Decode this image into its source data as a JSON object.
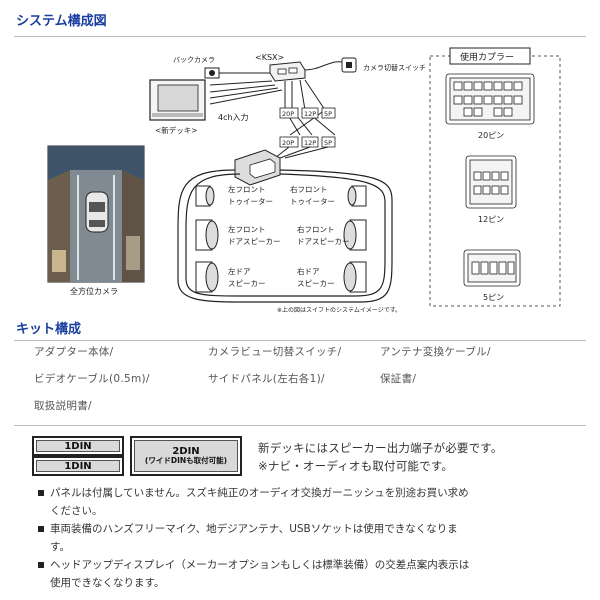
{
  "system_section": {
    "title": "システム構成図",
    "diagram": {
      "back_camera": "バックカメラ",
      "ksx": "<KSX>",
      "camera_switch": "カメラ切替スイッチ",
      "new_deck": "<新デッキ>",
      "input_4ch": "4ch入力",
      "connectors_top": [
        "20P",
        "12P",
        "5P"
      ],
      "connectors_bottom": [
        "20P",
        "12P",
        "5P"
      ],
      "left_front_tweeter": [
        "左フロント",
        "トゥイーター"
      ],
      "right_front_tweeter": [
        "右フロント",
        "トゥイーター"
      ],
      "left_front_door_speaker": [
        "左フロント",
        "ドアスピーカー"
      ],
      "right_front_door_speaker": [
        "右フロント",
        "ドアスピーカー"
      ],
      "left_door_speaker": [
        "左ドア",
        "スピーカー"
      ],
      "right_door_speaker": [
        "右ドア",
        "スピーカー"
      ],
      "all_around_camera": "全方位カメラ",
      "footnote": "※上の図はスイフトのシステムイメージです。",
      "coupler_title": "使用カプラー",
      "coupler_20": "20ピン",
      "coupler_12": "12ピン",
      "coupler_5": "5ピン"
    }
  },
  "kit_section": {
    "title": "キット構成",
    "items": [
      "アダプター本体/",
      "カメラビュー切替スイッチ/",
      "アンテナ変換ケーブル/",
      "ビデオケーブル(0.5m)/",
      "サイドパネル(左右各1)/",
      "保証書/",
      "取扱説明書/"
    ]
  },
  "din": {
    "din1_top": "1DIN",
    "din1_bottom": "1DIN",
    "din2_main": "2DIN",
    "din2_sub": "(ワイドDINも取付可能)"
  },
  "notes": {
    "line1": "新デッキにはスピーカー出力端子が必要です。",
    "line2": "※ナビ・オーディオも取付可能です。"
  },
  "bullets": [
    "パネルは付属していません。スズキ純正のオーディオ交換ガーニッシュを別途お買い求めください。",
    "車両装備のハンズフリーマイク、地デジアンテナ、USBソケットは使用できなくなります。",
    "ヘッドアップディスプレイ（メーカーオプションもしくは標準装備）の交差点案内表示は使用できなくなります。"
  ],
  "bullet_lines": [
    [
      "パネルは付属していません。スズキ純正のオーディオ交換ガーニッシュを別途お買い求め",
      "ください。"
    ],
    [
      "車両装備のハンズフリーマイク、地デジアンテナ、USBソケットは使用できなくなりま",
      "す。"
    ],
    [
      "ヘッドアップディスプレイ（メーカーオプションもしくは標準装備）の交差点案内表示は",
      "使用できなくなります。"
    ]
  ]
}
